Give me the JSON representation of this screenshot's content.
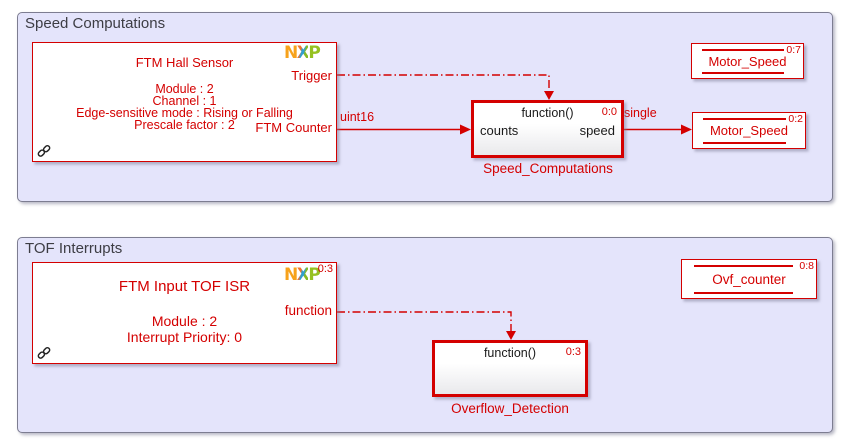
{
  "panels": {
    "speed": {
      "title": "Speed Computations"
    },
    "tof": {
      "title": "TOF Interrupts"
    }
  },
  "logo": {
    "n": "N",
    "x": "X",
    "p": "P"
  },
  "blocks": {
    "hall_sensor": {
      "title": "FTM Hall Sensor",
      "params": [
        "Module : 2",
        "Channel : 1",
        "Edge-sensitive mode : Rising or Falling",
        "Prescale factor : 2"
      ],
      "port_trigger": "Trigger",
      "port_counter": "FTM Counter"
    },
    "speed_computations": {
      "header": "function()",
      "tag": "0:0",
      "port_in": "counts",
      "port_out": "speed",
      "label": "Speed_Computations"
    },
    "motor_speed_top": {
      "name": "Motor_Speed",
      "tag": "0:7"
    },
    "motor_speed_bottom": {
      "name": "Motor_Speed",
      "tag": "0:2"
    },
    "tof_isr": {
      "title": "FTM Input TOF ISR",
      "params": [
        "Module : 2",
        "Interrupt Priority: 0"
      ],
      "tag": "0:3",
      "port_function": "function"
    },
    "overflow_detection": {
      "header": "function()",
      "tag": "0:3",
      "label": "Overflow_Detection"
    },
    "ovf_counter": {
      "name": "Ovf_counter",
      "tag": "0:8"
    }
  },
  "wires": {
    "counter_type": "uint16",
    "speed_type": "single"
  },
  "colors": {
    "accent_red": "#d40000",
    "panel_bg": "#e4e4fb",
    "panel_border": "#7d7d91"
  }
}
